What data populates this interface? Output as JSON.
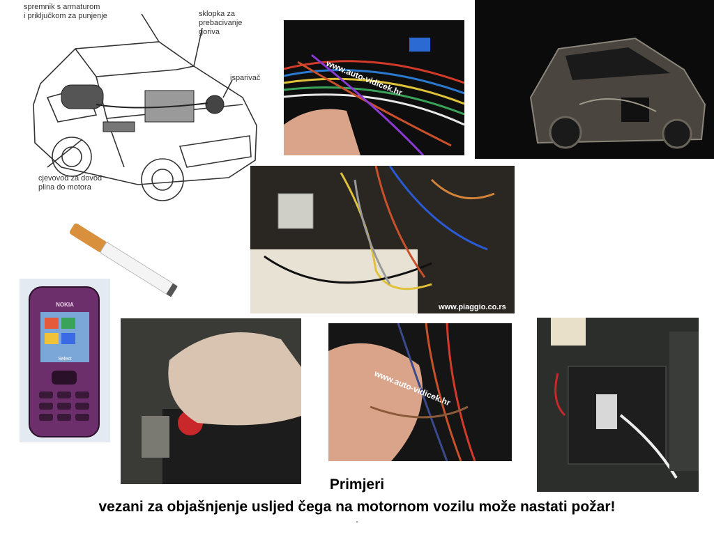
{
  "diagram": {
    "label_tank": "spremnik s armaturom\ni priključkom za punjenje",
    "label_switch": "sklopka za\nprebacivanje\ngoriva",
    "label_evaporator": "isparivač",
    "label_pipe": "cjevovod za dovod\nplina do motora"
  },
  "photos": {
    "wires_top_watermark": "www.auto-vidicek.hr",
    "wires_center_watermark": "www.piaggio.co.rs",
    "wires_hand_watermark": "www.auto-vidicek.hr",
    "phone_brand": "NOKIA",
    "phone_softkey": "Select"
  },
  "caption": {
    "line1": "Primjeri",
    "line2": "vezani za objašnjenje usljed čega na motornom vozilu može nastati požar!",
    "line3": "-"
  }
}
